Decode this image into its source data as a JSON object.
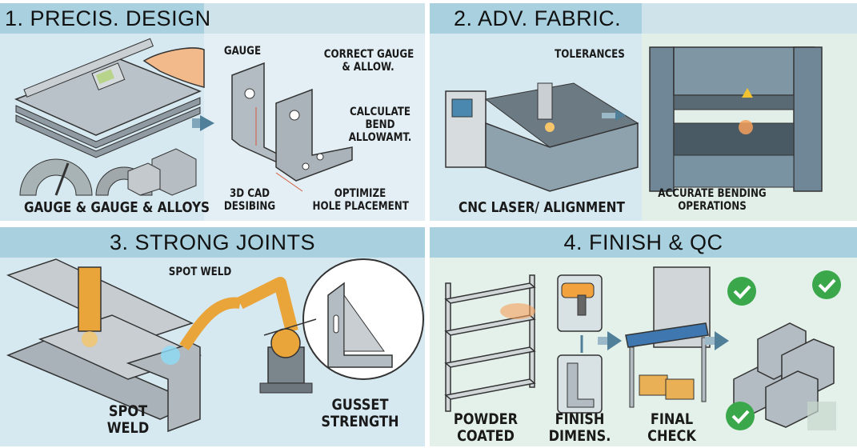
{
  "panels": [
    {
      "id": 1,
      "title": "1. PRECIS. DESIGN",
      "labels": {
        "materials": "GAUGE & GAUGE & ALLOYS",
        "gauge": "GAUGE",
        "correct_gauge": "CORRECT GAUGE\n& ALLOW.",
        "calc_bend": "CALCULATE\nBEND\nALLOWAMT.",
        "cad": "3D CAD\nDESIBING",
        "optimize": "OPTIMIZE\nHOLE PLACEMENT"
      }
    },
    {
      "id": 2,
      "title": "2. ADV. FABRIC.",
      "labels": {
        "tolerances": "TOLERANCES",
        "cnc": "CNC LASER/ ALIGNMENT",
        "bending": "ACCURATE BENDING\nOPERATIONS"
      }
    },
    {
      "id": 3,
      "title": "3. STRONG JOINTS",
      "labels": {
        "spot_weld_top": "SPOT WELD",
        "spot_weld_bottom": "SPOT\nWELD",
        "gusset": "GUSSET\nSTRENGTH"
      }
    },
    {
      "id": 4,
      "title": "4. FINISH & QC",
      "labels": {
        "powder": "POWDER\nCOATED",
        "finish": "FINISH\nDIMENS.",
        "final": "FINAL\nCHECK"
      }
    }
  ],
  "colors": {
    "header_bar": "#a9d0de",
    "panel_blue": "#d6e8f0",
    "panel_green": "#e4f1ea",
    "arrow": "#4f7f99",
    "check_green": "#3aa84a",
    "robot_orange": "#e9a43a"
  }
}
